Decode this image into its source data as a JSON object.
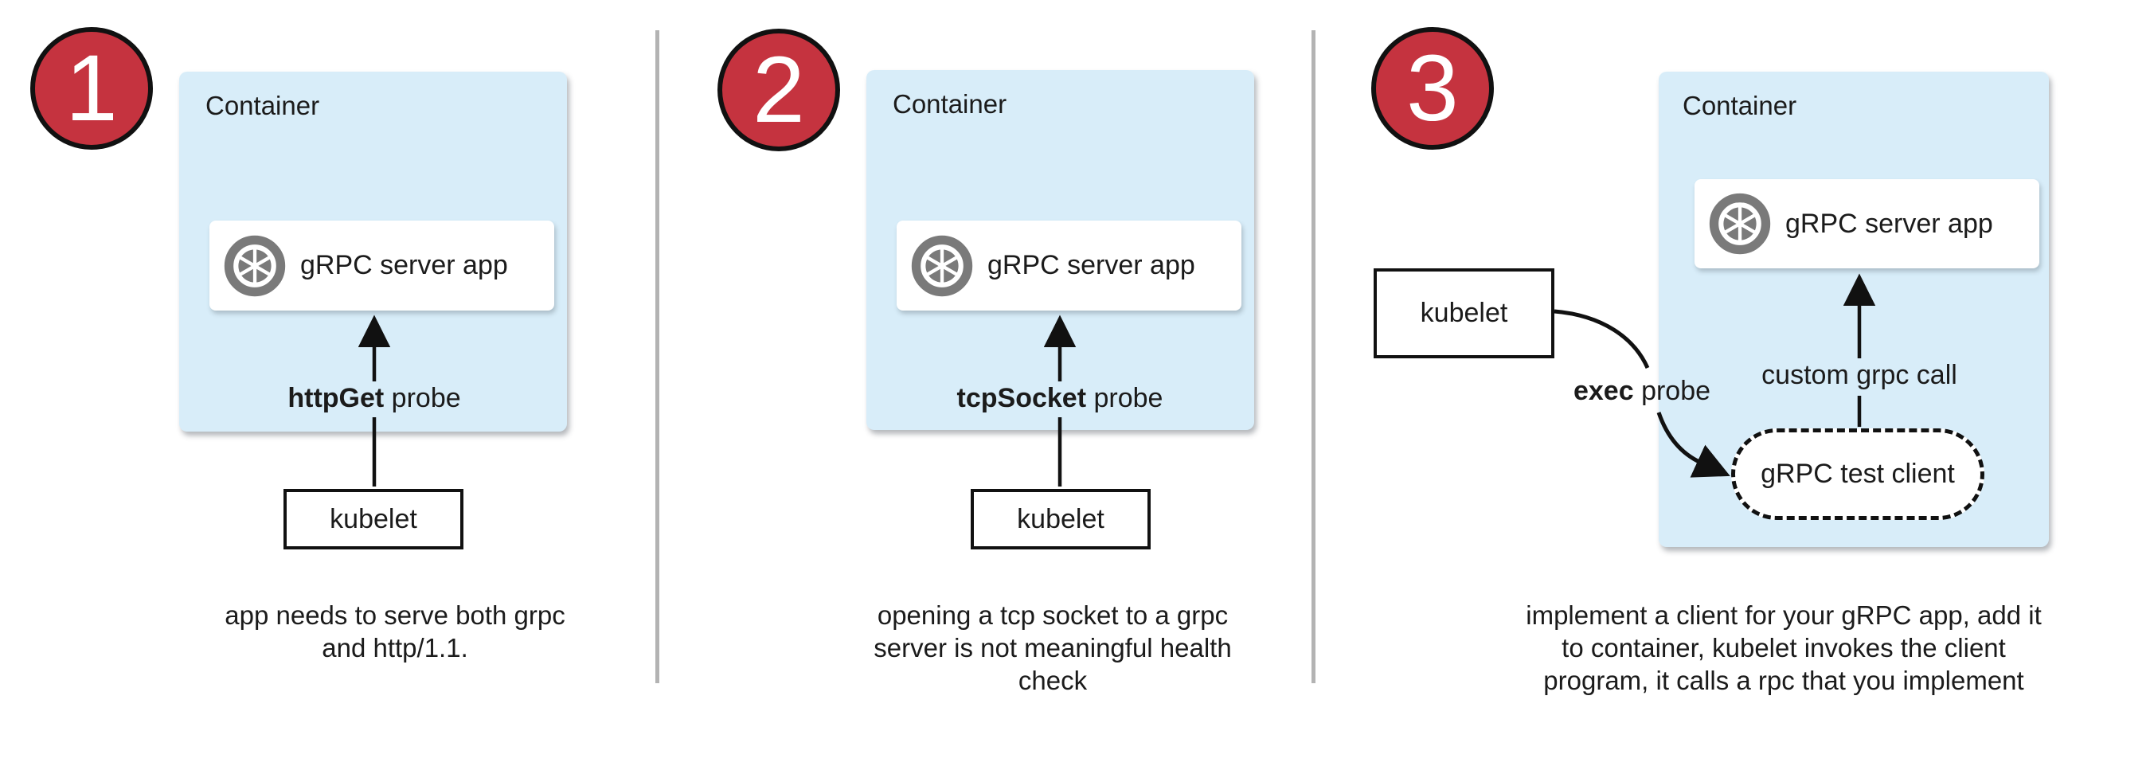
{
  "colors": {
    "badge_red": "#c5333f",
    "container_blue": "#d8edf9",
    "divider_grey": "#b3b3b3",
    "icon_grey": "#7a7a7a",
    "arrow_black": "#111111"
  },
  "icons": [
    "aperture-icon"
  ],
  "panels": [
    {
      "number": "1",
      "container_label": "Container",
      "app_icon": "aperture-icon",
      "app_label": "gRPC server app",
      "probe_bold": "httpGet",
      "probe_rest": " probe",
      "kubelet_label": "kubelet",
      "caption_line1": "app needs to serve both grpc",
      "caption_line2": "and http/1.1.",
      "caption_line3": ""
    },
    {
      "number": "2",
      "container_label": "Container",
      "app_icon": "aperture-icon",
      "app_label": "gRPC server app",
      "probe_bold": "tcpSocket",
      "probe_rest": " probe",
      "kubelet_label": "kubelet",
      "caption_line1": "opening a tcp socket to a grpc",
      "caption_line2": "server is not meaningful health",
      "caption_line3": "check"
    },
    {
      "number": "3",
      "container_label": "Container",
      "app_icon": "aperture-icon",
      "app_label": "gRPC server app",
      "probe_bold": "exec",
      "probe_rest": " probe",
      "kubelet_label": "kubelet",
      "grpc_call_label": "custom grpc call",
      "test_client_label": "gRPC test client",
      "caption_line1": "implement a client for your gRPC app, add it",
      "caption_line2": "to container, kubelet invokes the client",
      "caption_line3": "program, it calls a rpc that you implement"
    }
  ]
}
